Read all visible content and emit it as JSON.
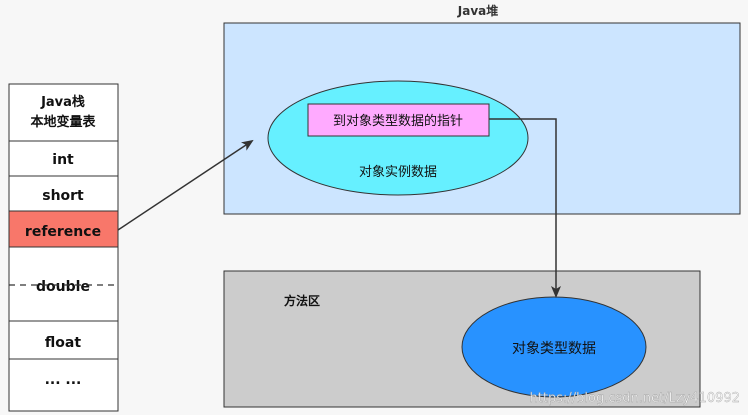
{
  "heap": {
    "label": "Java堆",
    "fill": "#cce5ff",
    "object": {
      "pointer_label": "到对象类型数据的指针",
      "instance_label": "对象实例数据",
      "ellipse_fill": "#66f0ff",
      "pointer_fill": "#ffaaff"
    }
  },
  "method_area": {
    "label": "方法区",
    "fill": "#cccccc",
    "type_data_label": "对象类型数据",
    "type_data_fill": "#2892ff"
  },
  "stack": {
    "header_line1": "Java栈",
    "header_line2": "本地变量表",
    "slots": {
      "int": "int",
      "short": "short",
      "reference": "reference",
      "double": "double",
      "float": "float",
      "more": "... ..."
    },
    "reference_fill": "#f8776a"
  },
  "watermark": "https://blog.csdn.net/Lzy410992"
}
